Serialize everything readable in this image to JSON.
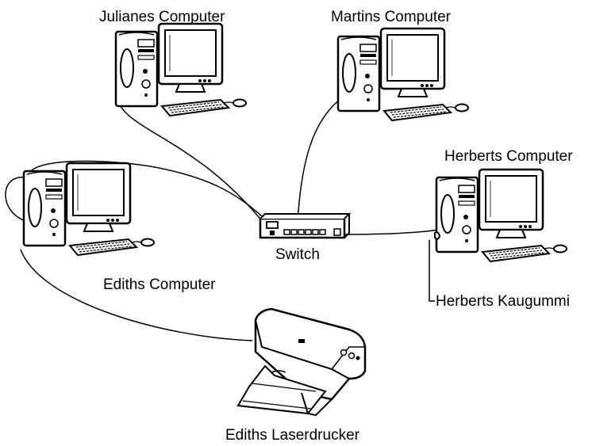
{
  "diagram": {
    "computers": [
      {
        "id": "juliane",
        "label": "Julianes Computer"
      },
      {
        "id": "martin",
        "label": "Martins Computer"
      },
      {
        "id": "herbert",
        "label": "Herberts Computer"
      },
      {
        "id": "edith",
        "label": "Ediths Computer"
      }
    ],
    "switch": {
      "label": "Switch"
    },
    "gum": {
      "label": "Herberts Kaugummi"
    },
    "printer": {
      "label": "Ediths Laserdrucker"
    },
    "colors": {
      "line": "#000000",
      "background": "#ffffff",
      "device_fill": "#ffffff",
      "shade": "#d0d0d0"
    }
  }
}
